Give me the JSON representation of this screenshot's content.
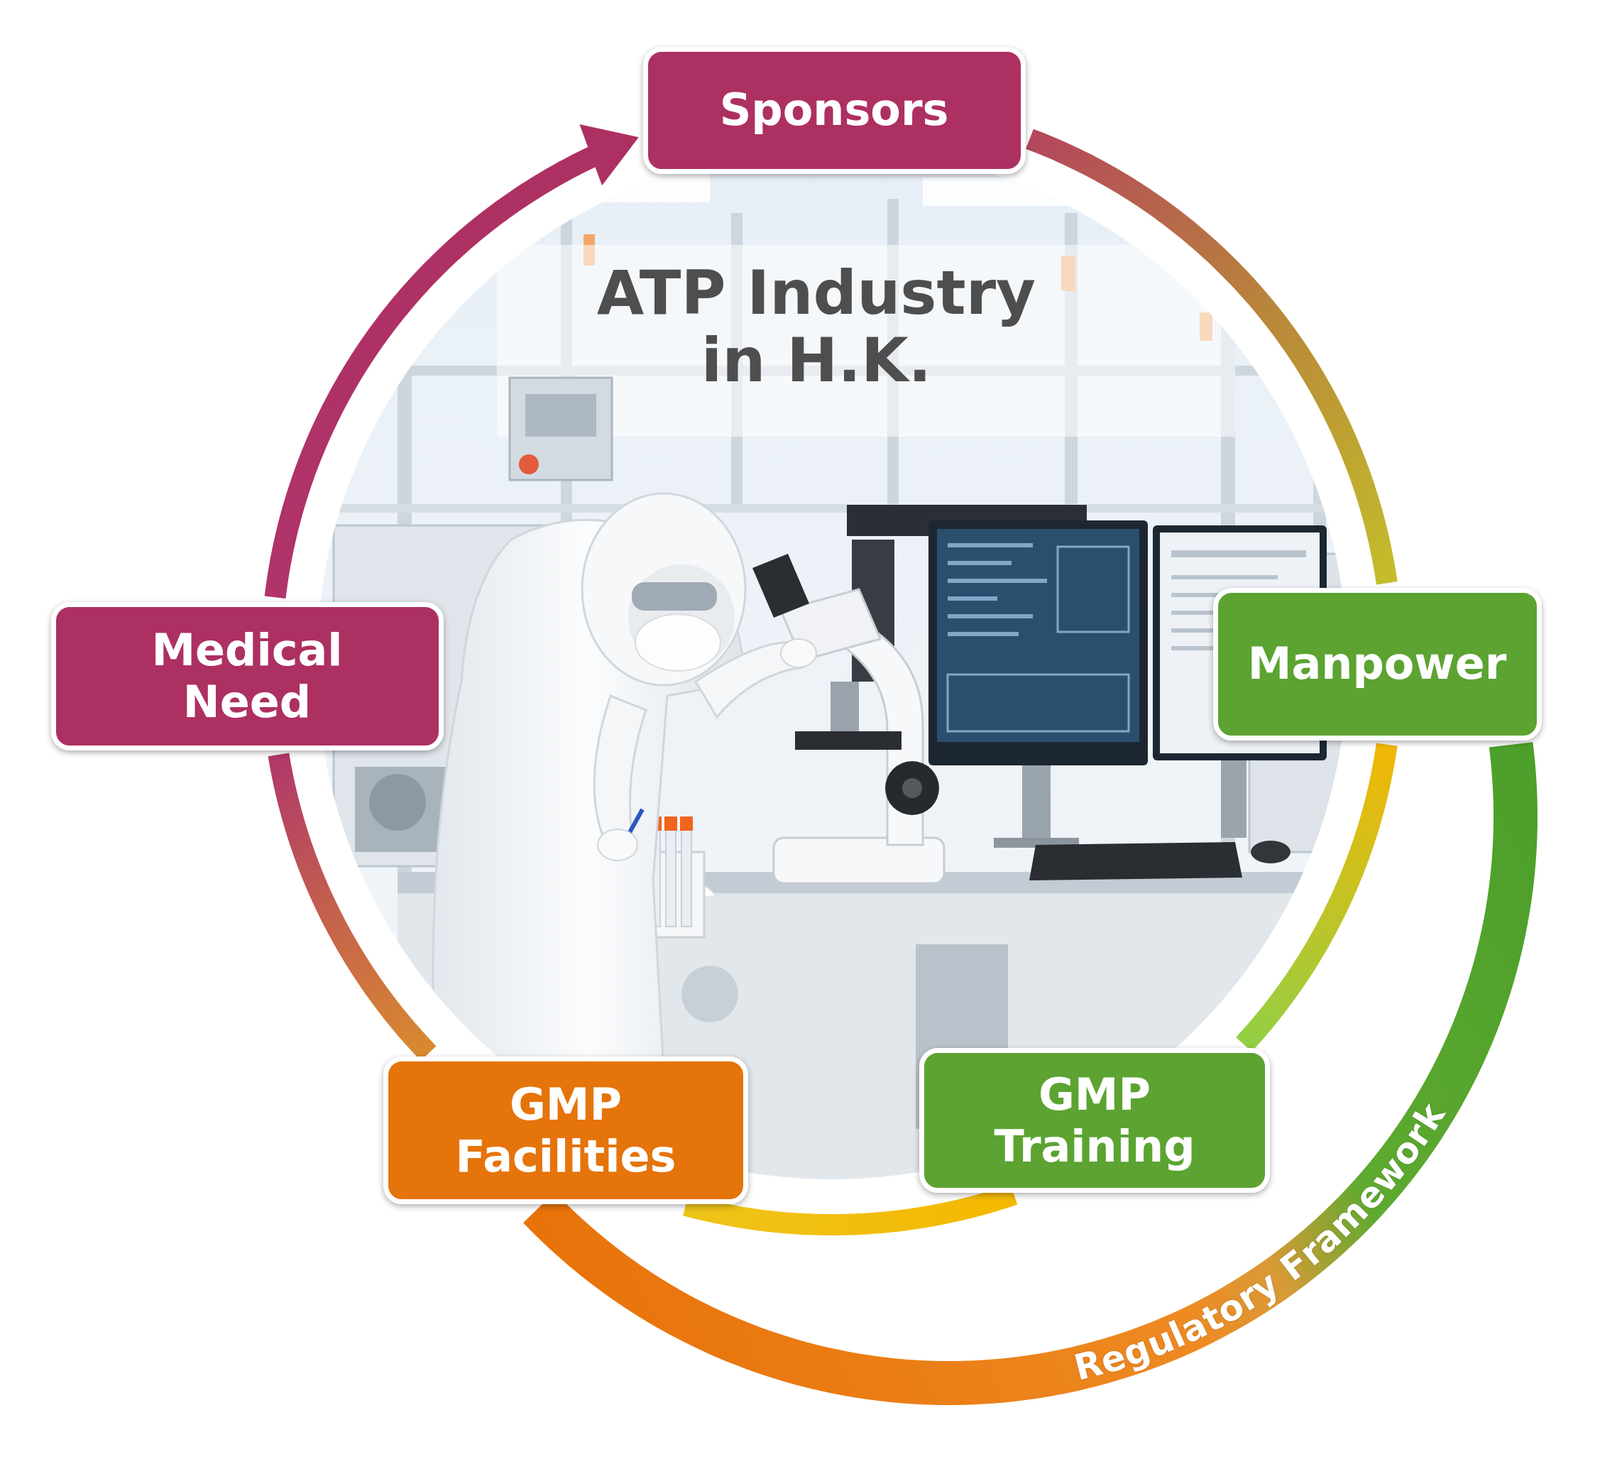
{
  "diagram": {
    "title": "ATP Industry in H.K.",
    "nodes": [
      {
        "text": [
          "Sponsors"
        ]
      },
      {
        "text": [
          "Medical Need"
        ]
      },
      {
        "text": [
          "Manpower"
        ]
      },
      {
        "text": [
          "GMP Facilities"
        ]
      },
      {
        "text": [
          "GMP Training"
        ]
      }
    ],
    "edges": [
      {
        "from": 1,
        "to": 0,
        "arrow": "to"
      },
      {
        "from": 0,
        "to": 2,
        "arrow": "none"
      },
      {
        "from": 2,
        "to": 4,
        "arrow": "none"
      },
      {
        "from": 4,
        "to": 3,
        "arrow": "none"
      },
      {
        "from": 3,
        "to": 1,
        "arrow": "none"
      },
      {
        "from": 2,
        "to": 3,
        "label": "Regulatory Framework",
        "arrow": "none"
      }
    ]
  }
}
